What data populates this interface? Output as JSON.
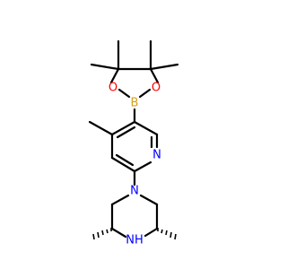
{
  "molecule": {
    "atoms": {
      "o_left": {
        "text": "O",
        "color": "#ff0000"
      },
      "o_right": {
        "text": "O",
        "color": "#ff0000"
      },
      "boron": {
        "text": "B",
        "color": "#d4a017"
      },
      "n_pyr": {
        "text": "N",
        "color": "#0000ff"
      },
      "n_pip": {
        "text": "N",
        "color": "#0000ff"
      },
      "nh": {
        "text": "NH",
        "color": "#0000ff"
      }
    },
    "bond_color": "#000000",
    "background": "#ffffff"
  }
}
